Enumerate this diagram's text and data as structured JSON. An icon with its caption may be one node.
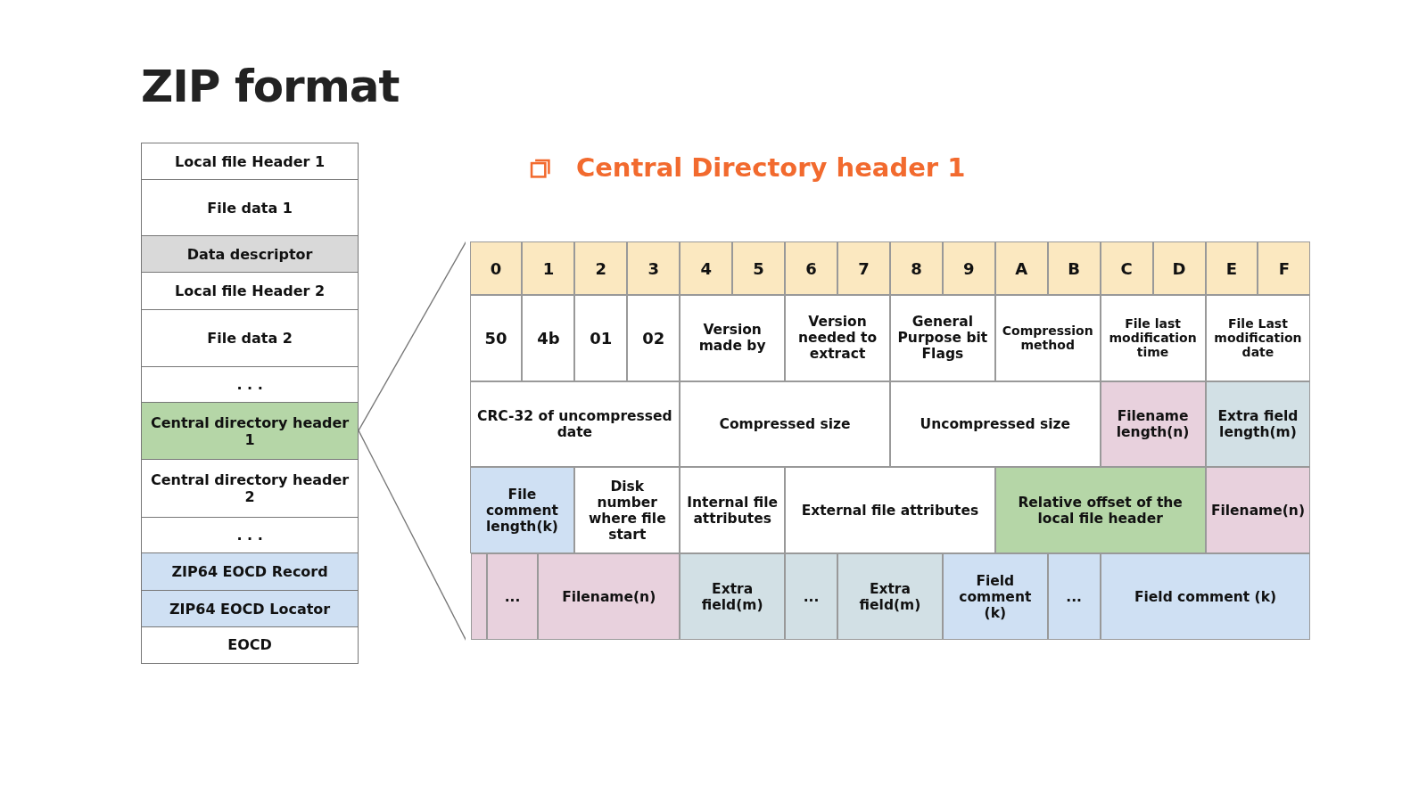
{
  "diagram": {
    "title": "ZIP format",
    "nodes": [
      {
        "text": [
          "Local file Header 1"
        ]
      },
      {
        "text": [
          "File data 1"
        ]
      },
      {
        "text": [
          "Data descriptor"
        ]
      },
      {
        "text": [
          "Local file Header 2"
        ]
      },
      {
        "text": [
          "File data 2"
        ]
      },
      {
        "text": [
          ". . ."
        ]
      },
      {
        "text": [
          "Central directory header 1"
        ]
      },
      {
        "text": [
          "Central directory header 2"
        ]
      },
      {
        "text": [
          ". . ."
        ]
      },
      {
        "text": [
          "ZIP64 EOCD Record"
        ]
      },
      {
        "text": [
          "ZIP64 EOCD Locator"
        ]
      },
      {
        "text": [
          "EOCD"
        ]
      },
      {
        "text": [
          "Central Directory header 1"
        ]
      },
      {
        "text": [
          "0"
        ],
        "in": 12
      },
      {
        "text": [
          "1"
        ],
        "in": 12
      },
      {
        "text": [
          "2"
        ],
        "in": 12
      },
      {
        "text": [
          "3"
        ],
        "in": 12
      },
      {
        "text": [
          "4"
        ],
        "in": 12
      },
      {
        "text": [
          "5"
        ],
        "in": 12
      },
      {
        "text": [
          "6"
        ],
        "in": 12
      },
      {
        "text": [
          "7"
        ],
        "in": 12
      },
      {
        "text": [
          "8"
        ],
        "in": 12
      },
      {
        "text": [
          "9"
        ],
        "in": 12
      },
      {
        "text": [
          "A"
        ],
        "in": 12
      },
      {
        "text": [
          "B"
        ],
        "in": 12
      },
      {
        "text": [
          "C"
        ],
        "in": 12
      },
      {
        "text": [
          "D"
        ],
        "in": 12
      },
      {
        "text": [
          "E"
        ],
        "in": 12
      },
      {
        "text": [
          "F"
        ],
        "in": 12
      },
      {
        "text": [
          "50"
        ],
        "in": 12
      },
      {
        "text": [
          "4b"
        ],
        "in": 12
      },
      {
        "text": [
          "01"
        ],
        "in": 12
      },
      {
        "text": [
          "02"
        ],
        "in": 12
      },
      {
        "text": [
          "Version made by"
        ],
        "in": 12
      },
      {
        "text": [
          "Version needed to extract"
        ],
        "in": 12
      },
      {
        "text": [
          "General Purpose bit Flags"
        ],
        "in": 12
      },
      {
        "text": [
          "Compression method"
        ],
        "in": 12
      },
      {
        "text": [
          "File last modification time"
        ],
        "in": 12
      },
      {
        "text": [
          "File Last modification date"
        ],
        "in": 12
      },
      {
        "text": [
          "CRC-32 of uncompressed date"
        ],
        "in": 12
      },
      {
        "text": [
          "Compressed size"
        ],
        "in": 12
      },
      {
        "text": [
          "Uncompressed size"
        ],
        "in": 12
      },
      {
        "text": [
          "Filename length(n)"
        ],
        "in": 12
      },
      {
        "text": [
          "Extra field length(m)"
        ],
        "in": 12
      },
      {
        "text": [
          "File comment length(k)"
        ],
        "in": 12
      },
      {
        "text": [
          "Disk number where file start"
        ],
        "in": 12
      },
      {
        "text": [
          "Internal file attributes"
        ],
        "in": 12
      },
      {
        "text": [
          "External file attributes"
        ],
        "in": 12
      },
      {
        "text": [
          "Relative offset of the local file header"
        ],
        "in": 12
      },
      {
        "text": [
          "Filename(n)"
        ],
        "in": 12
      },
      {
        "text": [],
        "shape": "box",
        "in": 12
      },
      {
        "text": [
          "..."
        ],
        "in": 12
      },
      {
        "text": [
          "Filename(n)"
        ],
        "in": 12
      },
      {
        "text": [
          "Extra field(m)"
        ],
        "in": 12
      },
      {
        "text": [
          "..."
        ],
        "in": 12
      },
      {
        "text": [
          "Extra field(m)"
        ],
        "in": 12
      },
      {
        "text": [
          "Field comment (k)"
        ],
        "in": 12
      },
      {
        "text": [
          "..."
        ],
        "in": 12
      },
      {
        "text": [
          "Field comment (k)"
        ],
        "in": 12
      }
    ],
    "edges": [
      {
        "from": 6,
        "to": 12,
        "arrow": "none"
      },
      {
        "from": 6,
        "to": 12,
        "arrow": "none"
      }
    ]
  }
}
